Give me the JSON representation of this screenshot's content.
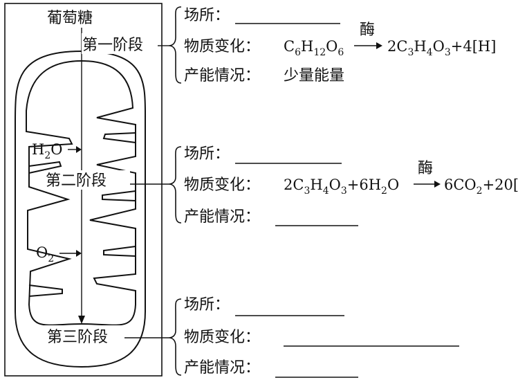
{
  "diagram": {
    "glucose": "葡萄糖",
    "stage1": "第一阶段",
    "stage2": "第二阶段",
    "stage3": "第三阶段",
    "h2o": {
      "base": "H",
      "sub": "2",
      "tail": "O"
    },
    "o2": {
      "base": "O",
      "sub": "2"
    }
  },
  "rows": {
    "place": "场所：",
    "change": "物质变化：",
    "energy": "产能情况：",
    "enzyme": "酶"
  },
  "stage1": {
    "energy_value": "少量能量",
    "reactant": [
      {
        "t": "C"
      },
      {
        "s": "6"
      },
      {
        "t": "H"
      },
      {
        "s": "12"
      },
      {
        "t": "O"
      },
      {
        "s": "6"
      }
    ],
    "product": [
      {
        "t": "2C"
      },
      {
        "s": "3"
      },
      {
        "t": "H"
      },
      {
        "s": "4"
      },
      {
        "t": "O"
      },
      {
        "s": "3"
      },
      {
        "t": "+4[H]"
      }
    ]
  },
  "stage2": {
    "reactant": [
      {
        "t": "2C"
      },
      {
        "s": "3"
      },
      {
        "t": "H"
      },
      {
        "s": "4"
      },
      {
        "t": "O"
      },
      {
        "s": "3"
      },
      {
        "t": "+6H"
      },
      {
        "s": "2"
      },
      {
        "t": "O"
      }
    ],
    "product": [
      {
        "t": "6CO"
      },
      {
        "s": "2"
      },
      {
        "t": "+20["
      }
    ]
  }
}
